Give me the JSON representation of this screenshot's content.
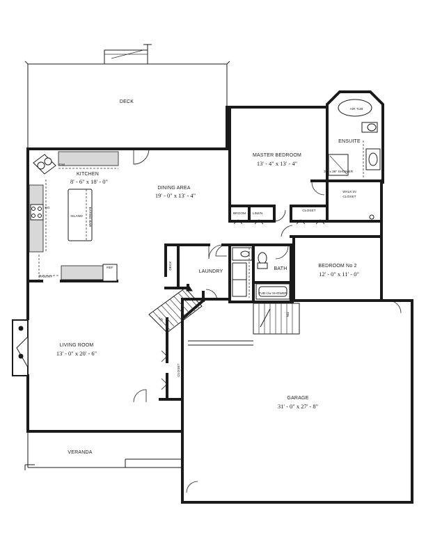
{
  "rooms": {
    "deck": {
      "name": "DECK"
    },
    "kitchen": {
      "name": "KITCHEN",
      "dims": "8' - 6\" x 18' - 0\""
    },
    "dining": {
      "name": "DINING AREA",
      "dims": "19' - 0\" x 13' - 4\""
    },
    "master": {
      "name": "MASTER BEDROOM",
      "dims": "13' - 4\" x 13' - 4\""
    },
    "ensuite": {
      "name": "ENSUITE"
    },
    "laundry": {
      "name": "LAUNDRY"
    },
    "bath": {
      "name": "BATH"
    },
    "bedroom2": {
      "name": "BEDROOM No 2",
      "dims": "12' - 0\" x 11' - 0\""
    },
    "living": {
      "name": "LIVING ROOM",
      "dims": "13' - 0\" x 20' - 6\""
    },
    "garage": {
      "name": "GARAGE",
      "dims": "31' - 0\" x 27' - 8\""
    },
    "veranda": {
      "name": "VERANDA"
    }
  },
  "labels": {
    "air_tub": "AIR TUB",
    "shower": "36\" x 36\" SHOWER",
    "walk_in_line1": "WALK IN",
    "walk_in_line2": "CLOSET",
    "closet": "CLOSET",
    "broom": "BROOM",
    "linen": "LINEN",
    "dw": "DW",
    "rg": "RG",
    "island": "ISLAND",
    "eating_bar": "EATING BAR",
    "ref": "REF",
    "pantry": "PANTRY",
    "deck_small": "DECK",
    "tub_shower": "TUB c/w SHOWER",
    "up": "UP",
    "dn": "DN",
    "closet_vertical": "CLOSET"
  }
}
